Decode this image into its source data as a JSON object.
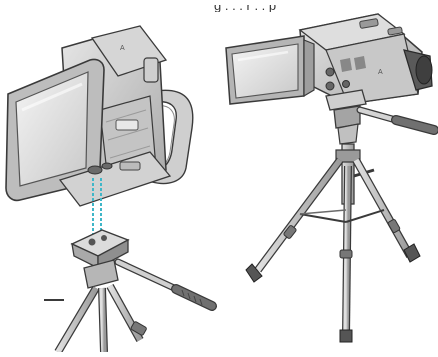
{
  "illustration": {
    "caption_fragment": "g  .  .  .  r  .  . p",
    "left_panel": {
      "subject": "camcorder-underside-attaching-to-tripod-head",
      "parts": [
        "camcorder-body",
        "lcd-monitor",
        "hand-strap",
        "tripod-mount-hole",
        "positioning-hole",
        "tripod-head",
        "pan-handle",
        "tripod-legs"
      ]
    },
    "right_panel": {
      "subject": "camcorder-mounted-on-tripod",
      "parts": [
        "camcorder-body",
        "lcd-monitor",
        "lens",
        "tripod-head",
        "pan-handle",
        "center-column",
        "leg-brace",
        "tripod-legs",
        "leg-locks"
      ]
    },
    "colors": {
      "outline": "#3a3a3a",
      "body_light": "#dcdcdc",
      "body_mid": "#b9b9b9",
      "body_dark": "#7a7a7a",
      "screen": "#e9e9e9",
      "guide_line": "#3fb6c8"
    }
  }
}
